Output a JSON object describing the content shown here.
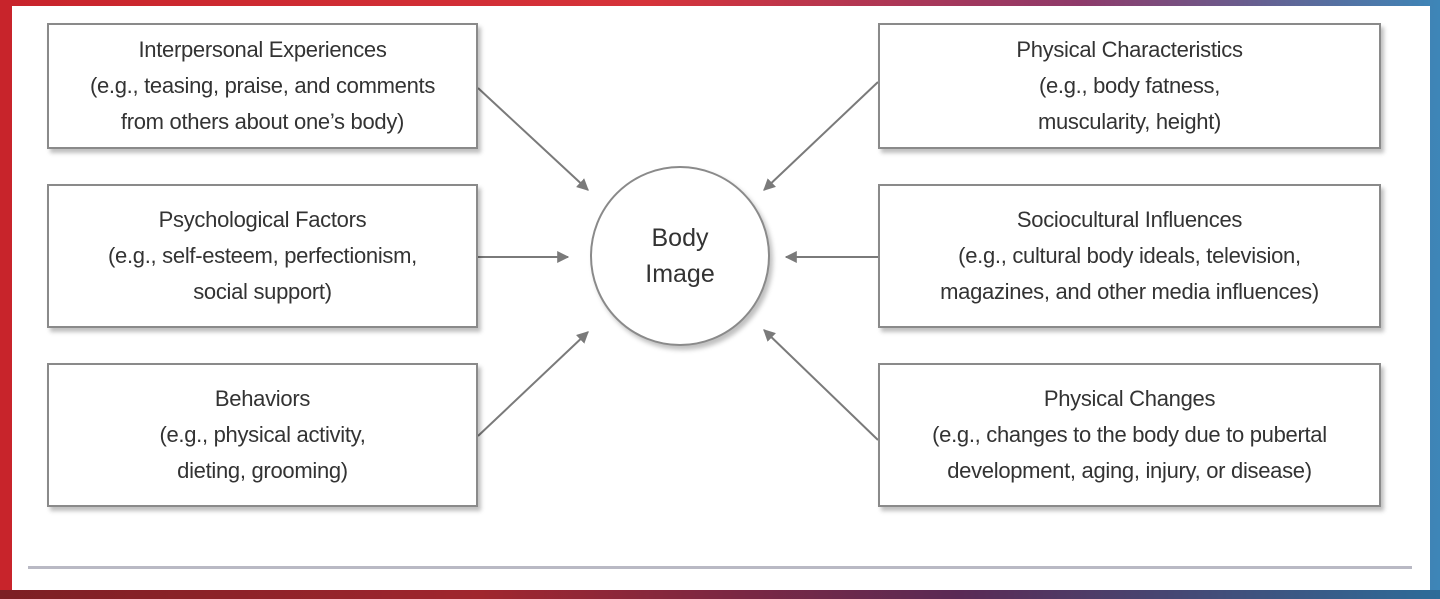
{
  "center": {
    "line1": "Body",
    "line2": "Image"
  },
  "boxes": [
    {
      "id": "interpersonal",
      "title": "Interpersonal Experiences",
      "line2": "(e.g., teasing, praise, and comments",
      "line3": "from others about one’s body)"
    },
    {
      "id": "psychological",
      "title": "Psychological Factors",
      "line2": "(e.g., self-esteem, perfectionism,",
      "line3": "social support)"
    },
    {
      "id": "behaviors",
      "title": "Behaviors",
      "line2": "(e.g., physical activity,",
      "line3": "dieting, grooming)"
    },
    {
      "id": "physical-characteristics",
      "title": "Physical Characteristics",
      "line2": "(e.g., body fatness,",
      "line3": "muscularity, height)"
    },
    {
      "id": "sociocultural",
      "title": "Sociocultural Influences",
      "line2": "(e.g., cultural body ideals, television,",
      "line3": "magazines, and other media influences)"
    },
    {
      "id": "physical-changes",
      "title": "Physical Changes",
      "line2": "(e.g., changes to the body due to pubertal",
      "line3": "development, aging, injury, or disease)"
    }
  ],
  "colors": {
    "border": "#8a8a8a",
    "text": "#333333",
    "arrow": "#7a7a7a",
    "rule": "#b9b9c4",
    "frame_left": "#c8242b",
    "frame_right": "#3d86b8"
  }
}
